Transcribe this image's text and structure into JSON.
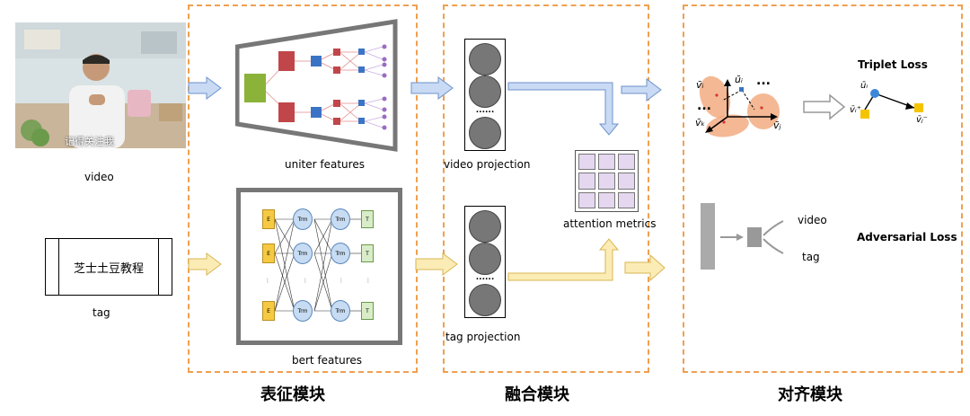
{
  "input": {
    "video_caption": "video",
    "video_subtitle": "记得关注我",
    "tag_text": "芝士土豆教程",
    "tag_caption": "tag"
  },
  "representation": {
    "title": "表征模块",
    "uniter_label": "uniter features",
    "bert_label": "bert features",
    "bert_tokens": [
      "E",
      "E",
      "E"
    ],
    "bert_trm": "Trm",
    "bert_out": [
      "T",
      "T",
      "T"
    ]
  },
  "fusion": {
    "title": "融合模块",
    "video_projection": "video projection",
    "tag_projection": "tag projection",
    "attention": "attention metrics",
    "dots": "......"
  },
  "alignment": {
    "title": "对齐模块",
    "triplet_loss": "Triplet Loss",
    "adversarial_loss": "Adversarial Loss",
    "adv_video": "video",
    "adv_tag": "tag",
    "vec_vi": "v̄ᵢ",
    "vec_ui": "ūᵢ",
    "vec_vk": "v̄ₖ",
    "vec_vj": "v̄ⱼ",
    "vec_ui2": "ūᵢ",
    "vec_vi_plus": "v̄ᵢ⁺",
    "vec_vj_minus": "v̄ⱼ⁻",
    "dots": "..."
  },
  "colors": {
    "dash_border": "#f0a050",
    "blue_arrow": "#c9daf5",
    "yellow_arrow": "#fbecb6",
    "green_block": "#8bb33a",
    "red_block": "#c0464a",
    "blue_block": "#3b74c4",
    "purple_node": "#9b6bc2",
    "gray_circle": "#777777",
    "attention_cell": "#e4d7ef",
    "orange_blob": "#f0a070",
    "token_yellow": "#f5c942",
    "trm_blue": "#c7dcf2",
    "out_green": "#d8ecc8"
  }
}
